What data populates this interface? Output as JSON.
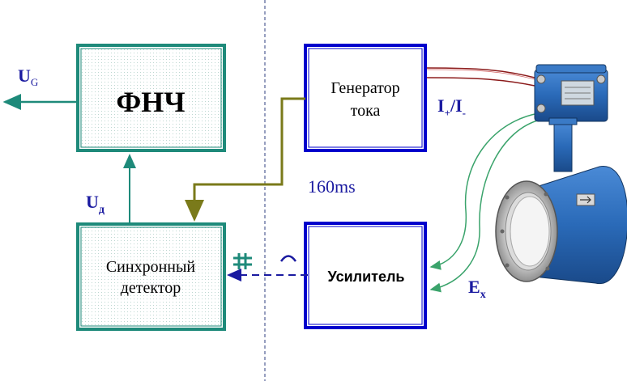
{
  "blocks": {
    "lpf": {
      "label": "ФНЧ"
    },
    "generator": {
      "line1": "Генератор",
      "line2": "тока"
    },
    "detector": {
      "line1": "Синхронный",
      "line2": "детектор"
    },
    "amplifier": {
      "label": "Усилитель"
    }
  },
  "labels": {
    "output": {
      "main": "U",
      "sub": "G"
    },
    "detector_out": {
      "main": "U",
      "sub": "д"
    },
    "current": {
      "i": "I",
      "sub1": "+",
      "slash": "/I",
      "sub2": "-"
    },
    "emf": {
      "main": "E",
      "sub": "x"
    },
    "period": "160ms",
    "sync_symbol": "#"
  },
  "colors": {
    "teal": "#1e8a7a",
    "blue": "#0000cc",
    "olive": "#7a7a1a",
    "dark_red": "#8b1a1a",
    "green_wire": "#3aa36b",
    "dashed_blue": "#1a1aa0",
    "divider": "#2f3f7f",
    "meter_blue": "#2a6ab8"
  }
}
